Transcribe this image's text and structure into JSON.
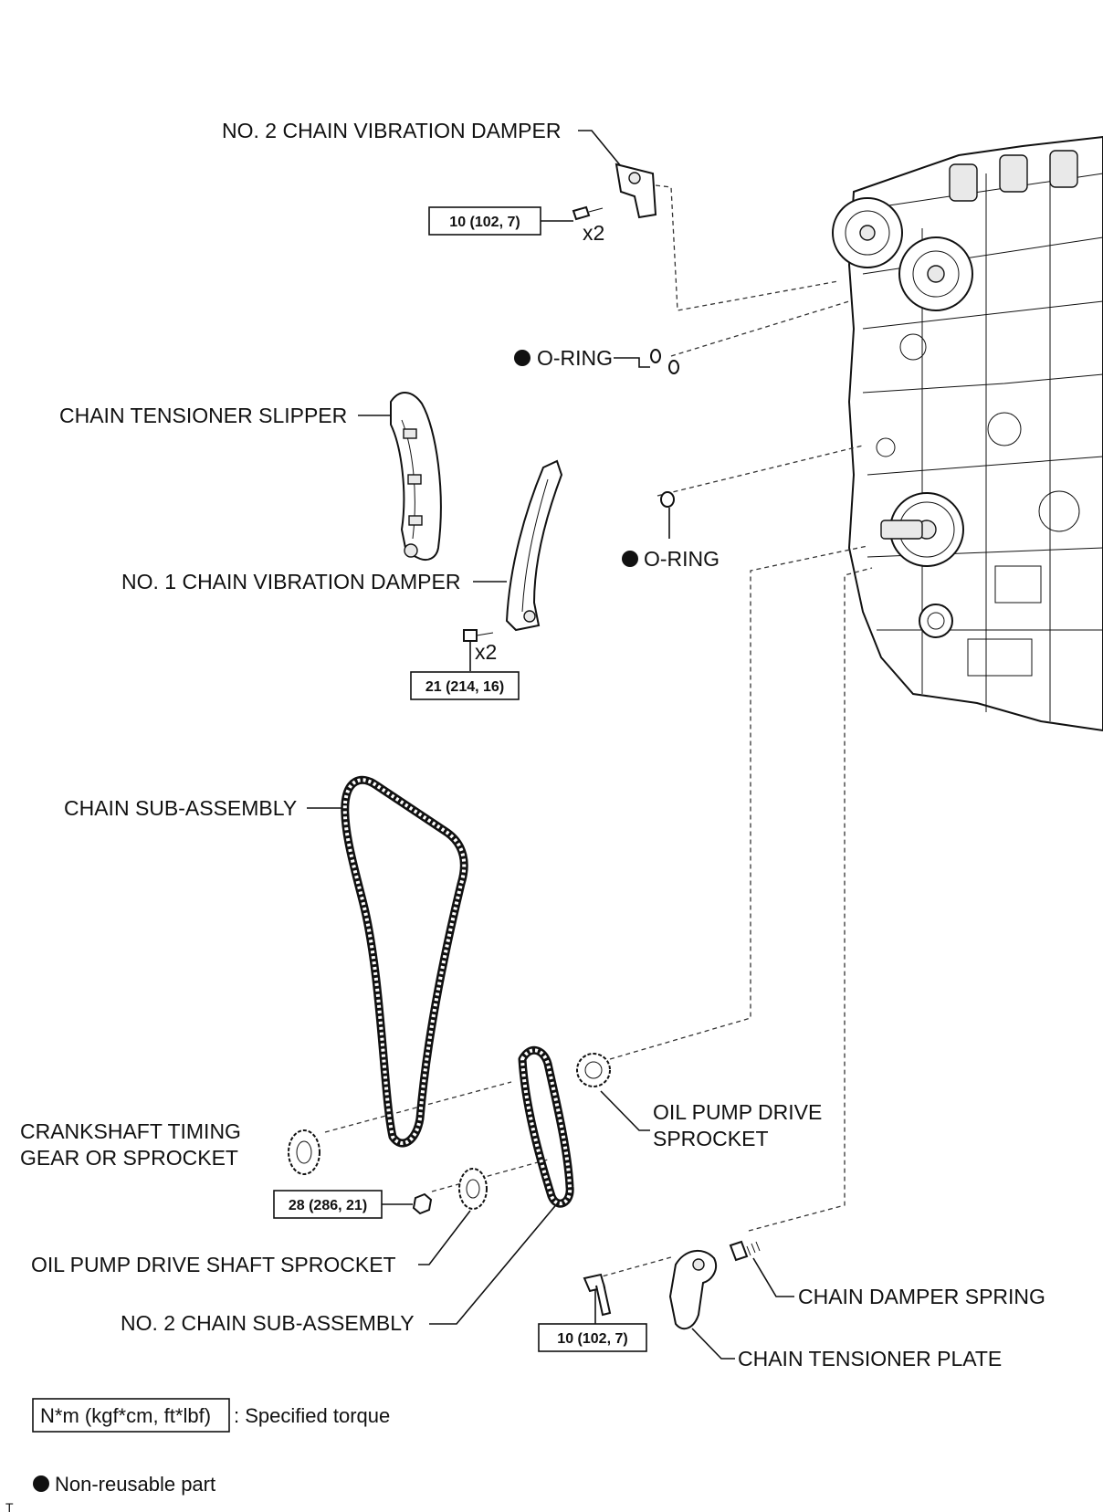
{
  "labels": {
    "no2_damper": "NO. 2 CHAIN VIBRATION DAMPER",
    "oring_upper": "O-RING",
    "slipper": "CHAIN TENSIONER SLIPPER",
    "oring_lower": "O-RING",
    "no1_damper": "NO. 1 CHAIN VIBRATION DAMPER",
    "chain": "CHAIN SUB-ASSEMBLY",
    "crank_line1": "CRANKSHAFT TIMING",
    "crank_line2": "GEAR OR SPROCKET",
    "oil_pump_line1": "OIL PUMP DRIVE",
    "oil_pump_line2": "SPROCKET",
    "oil_pump_shaft": "OIL PUMP DRIVE SHAFT SPROCKET",
    "no2_chain": "NO. 2 CHAIN SUB-ASSEMBLY",
    "damper_spring": "CHAIN DAMPER SPRING",
    "tensioner_plate": "CHAIN TENSIONER PLATE"
  },
  "torques": {
    "no2_damper_bolt": "10 (102, 7)",
    "no1_damper_bolt": "21 (214, 16)",
    "crank_nut": "28 (286, 21)",
    "tensioner_bolt": "10 (102, 7)"
  },
  "quantities": {
    "no2_damper_bolt": "x2",
    "no1_damper_bolt": "x2"
  },
  "legend": {
    "torque_unit": "N*m (kgf*cm, ft*lbf)",
    "torque_desc": ": Specified torque",
    "non_reusable": "Non-reusable part"
  },
  "corner_mark": "T"
}
